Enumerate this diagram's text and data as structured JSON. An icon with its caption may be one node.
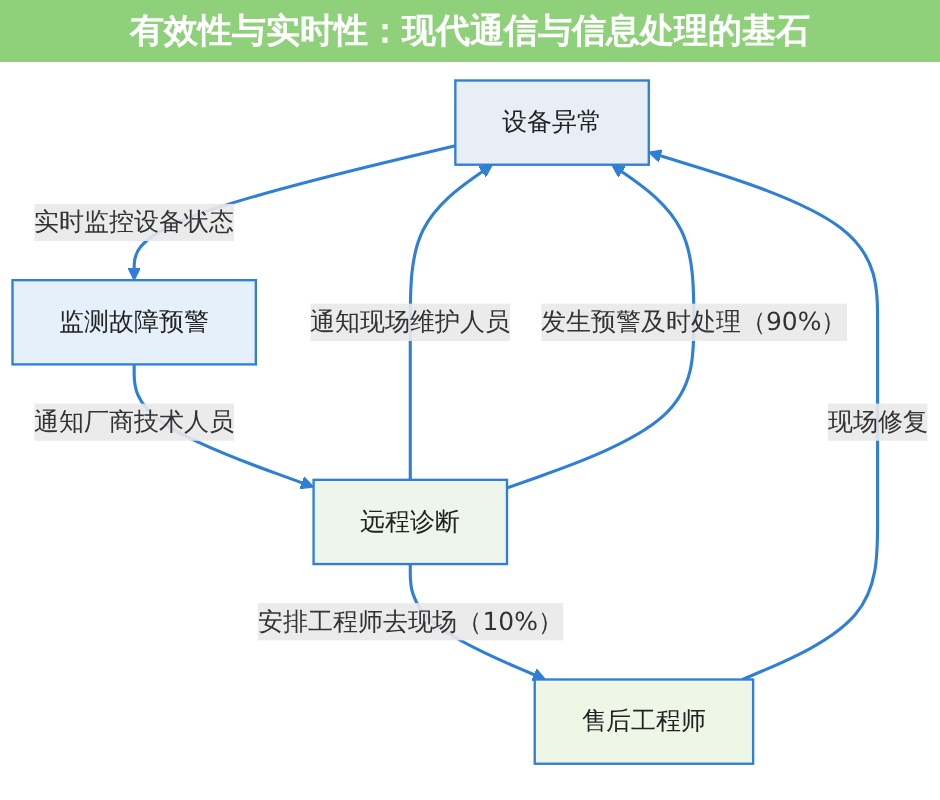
{
  "diagram": {
    "title": "有效性与实时性：现代通信与信息处理的基石",
    "nodes": [
      {
        "text": [
          "设备异常"
        ]
      },
      {
        "text": [
          "监测故障预警"
        ]
      },
      {
        "text": [
          "远程诊断"
        ]
      },
      {
        "text": [
          "售后工程师"
        ]
      }
    ],
    "edges": [
      {
        "from": 0,
        "to": 1,
        "arrow": "to",
        "label": "实时监控设备状态"
      },
      {
        "from": 1,
        "to": 2,
        "arrow": "to",
        "label": "通知厂商技术人员"
      },
      {
        "from": 2,
        "to": 3,
        "arrow": "to",
        "label": "安排工程师去现场（10%）"
      },
      {
        "from": 3,
        "to": 0,
        "arrow": "to",
        "label": "现场修复"
      },
      {
        "from": 2,
        "to": 0,
        "arrow": "to",
        "label": "通知现场维护人员"
      },
      {
        "from": 2,
        "to": 0,
        "arrow": "to",
        "label": "发生预警及时处理（90%）"
      }
    ]
  }
}
